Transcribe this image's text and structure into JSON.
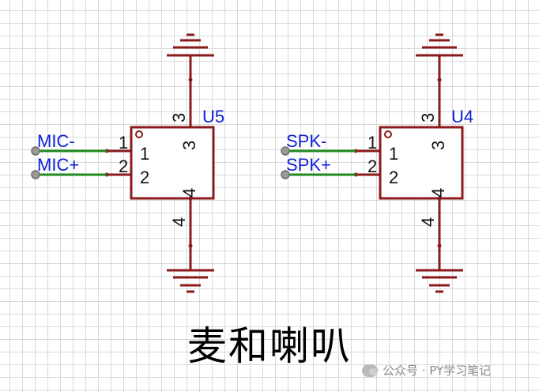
{
  "caption": "麦和喇叭",
  "watermark": "公众号 · PY学习笔记",
  "components": [
    {
      "ref": "U5",
      "pin_top_outer": "3",
      "pin_top_inner": "3",
      "pin_bottom_outer": "4",
      "pin_bottom_inner": "4",
      "pin1_outer": "1",
      "pin1_inner": "1",
      "pin2_outer": "2",
      "pin2_inner": "2",
      "net1": "MIC-",
      "net2": "MIC+"
    },
    {
      "ref": "U4",
      "pin_top_outer": "3",
      "pin_top_inner": "3",
      "pin_bottom_outer": "4",
      "pin_bottom_inner": "4",
      "pin1_outer": "1",
      "pin1_inner": "1",
      "pin2_outer": "2",
      "pin2_inner": "2",
      "net1": "SPK-",
      "net2": "SPK+"
    }
  ],
  "colors": {
    "wire": "#8b1a1a",
    "net_wire": "#1f8a1f",
    "net_label": "#0b1fd6"
  }
}
